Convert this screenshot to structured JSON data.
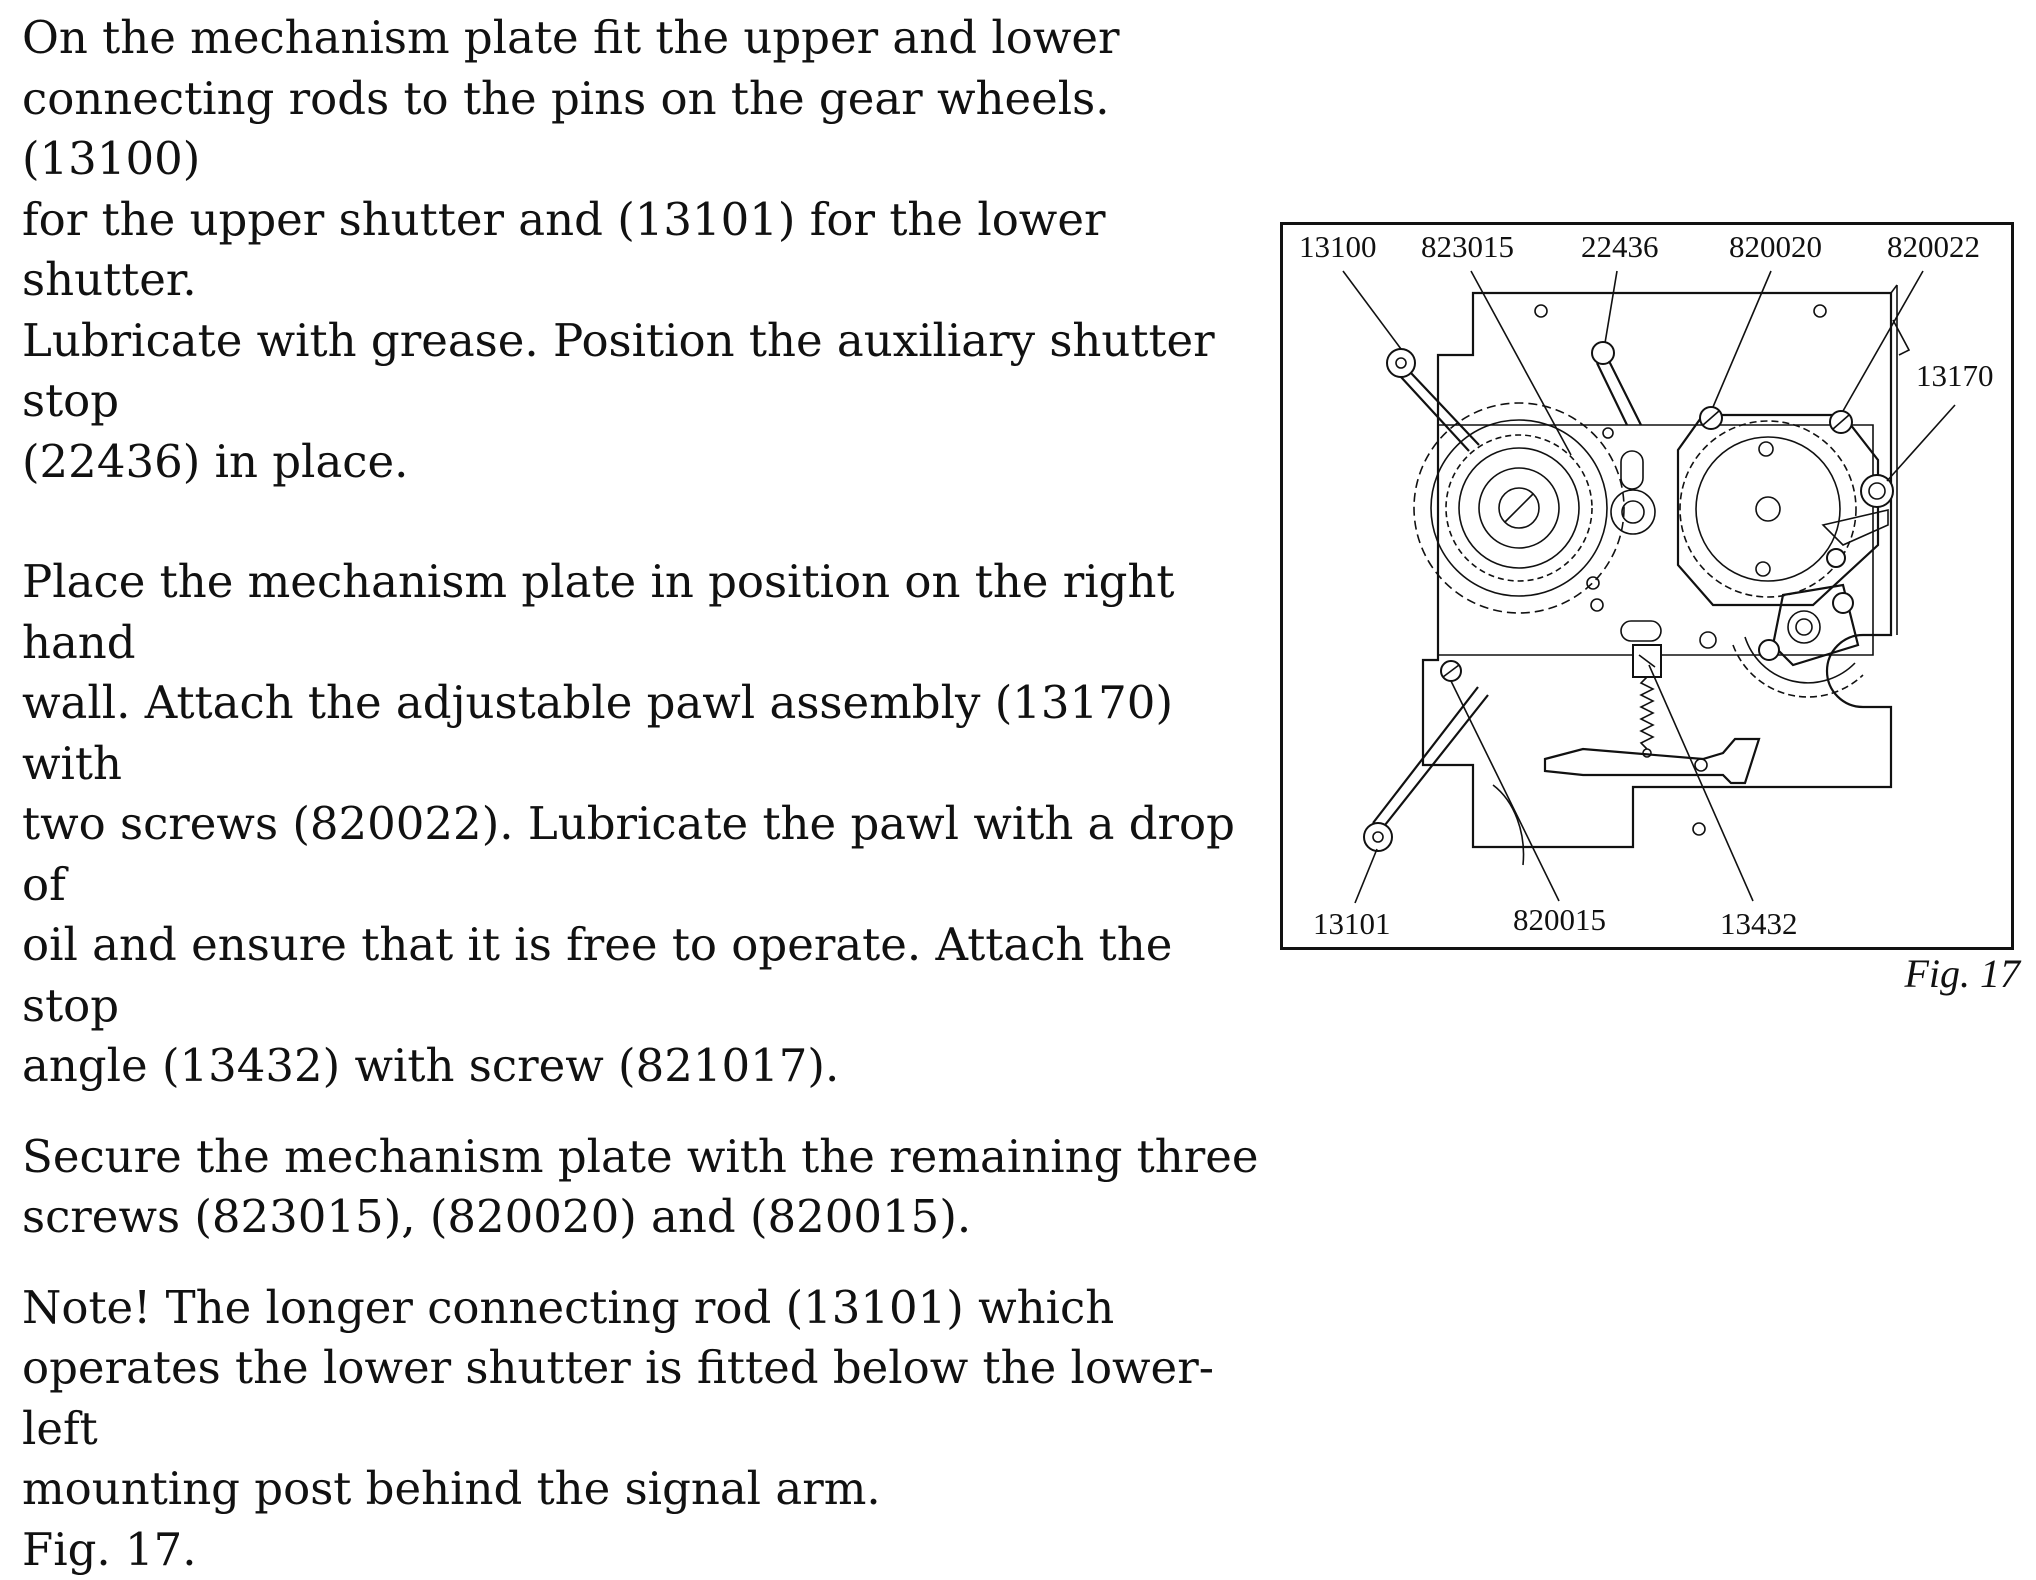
{
  "paragraphs": [
    "On the mechanism plate fit the upper and lower\nconnecting rods to the pins on the gear wheels. (13100)\nfor the upper shutter and (13101) for the lower shutter.\nLubricate with grease. Position the auxiliary shutter stop\n(22436) in place.",
    "Place the mechanism plate in position on the right hand\nwall. Attach the adjustable pawl assembly (13170) with\ntwo screws (820022). Lubricate the pawl with a drop of\noil and ensure that it is free to operate. Attach the stop\nangle (13432) with screw (821017).",
    "Secure the mechanism plate with the remaining three\nscrews (823015), (820020) and (820015).",
    "Note! The longer connecting rod (13101) which\noperates the lower shutter is fitted below the lower-left\nmounting post behind the signal arm.\nFig. 17."
  ],
  "figure": {
    "caption": "Fig. 17",
    "top_labels": [
      "13100",
      "823015",
      "22436",
      "820020",
      "820022"
    ],
    "right_label": "13170",
    "bottom_labels": [
      "13101",
      "820015",
      "13432"
    ]
  }
}
